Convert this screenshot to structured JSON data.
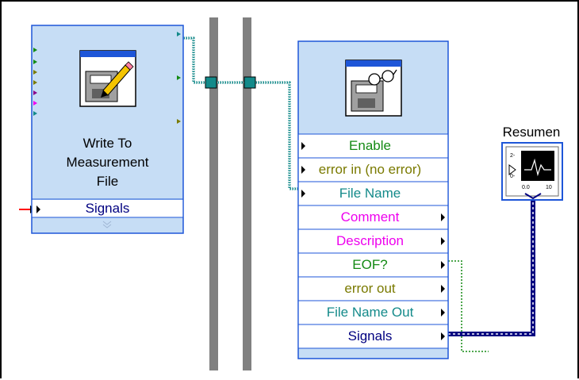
{
  "left_node": {
    "title_lines": [
      "Write To",
      "Measurement",
      "File"
    ],
    "row_label": "Signals"
  },
  "right_node": {
    "rows": [
      {
        "label": "Enable",
        "color": "#138a13",
        "arrow": "left"
      },
      {
        "label": "error in (no error)",
        "color": "#7a7a00",
        "arrow": "left"
      },
      {
        "label": "File Name",
        "color": "#138a8a",
        "arrow": "left"
      },
      {
        "label": "Comment",
        "color": "#ee00ee",
        "arrow": "right"
      },
      {
        "label": "Description",
        "color": "#ee00ee",
        "arrow": "right"
      },
      {
        "label": "EOF?",
        "color": "#138a13",
        "arrow": "right"
      },
      {
        "label": "error out",
        "color": "#7a7a00",
        "arrow": "right"
      },
      {
        "label": "File Name Out",
        "color": "#138a8a",
        "arrow": "right"
      },
      {
        "label": "Signals",
        "color": "#000080",
        "arrow": "right"
      }
    ]
  },
  "graph_indicator": {
    "label": "Resumen"
  },
  "colors": {
    "node_fill": "#c6ddf5",
    "node_border": "#1e56d8",
    "wire_path": "#138a8a",
    "wire_bool": "#138a13",
    "wire_dynamic": "#000080",
    "bar": "#808080"
  }
}
